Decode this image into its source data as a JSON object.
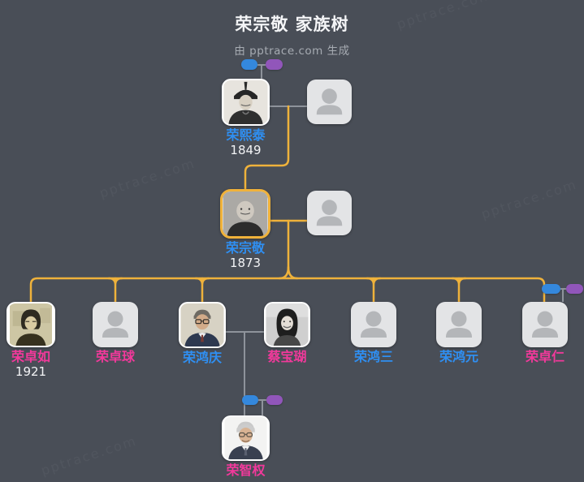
{
  "page": {
    "title": "荣宗敬 家族树",
    "subtitle": "由 pptrace.com 生成",
    "watermark": "pptrace.com"
  },
  "colors": {
    "background": "#494e57",
    "lineage_line": "#efb23b",
    "marriage_line": "#8e939b",
    "father_pill": "#3488dd",
    "mother_pill": "#9156ba",
    "male_name": "#2f8ff2",
    "female_name": "#f2399b",
    "year_text": "#f2f3f5",
    "focus_border": "#f0b23a"
  },
  "persons": {
    "rong_xitai": {
      "name": "荣熙泰",
      "year": "1849",
      "name_color": "#2f8ff2",
      "portrait": "qing-official-bw-photo"
    },
    "rong_zongjing": {
      "name": "荣宗敬",
      "year": "1873",
      "name_color": "#2f8ff2",
      "portrait": "bald-man-bw-photo"
    },
    "rong_zhuoru": {
      "name": "荣卓如",
      "year": "1921",
      "name_color": "#f2399b",
      "portrait": "woman-sepia-photo"
    },
    "rong_zhuoqiu": {
      "name": "荣卓球",
      "name_color": "#f2399b"
    },
    "rong_hongqing": {
      "name": "荣鸿庆",
      "name_color": "#2f8ff2",
      "portrait": "man-glasses-suit-photo"
    },
    "cai_baohu": {
      "name": "蔡宝瑚",
      "name_color": "#f2399b",
      "portrait": "young-woman-bw-photo"
    },
    "rong_hongsan": {
      "name": "荣鸿三",
      "name_color": "#2f8ff2"
    },
    "rong_hongyuan": {
      "name": "荣鸿元",
      "name_color": "#2f8ff2"
    },
    "rong_zhuoren": {
      "name": "荣卓仁",
      "name_color": "#f2399b"
    },
    "rong_zhiquan": {
      "name": "荣智权",
      "name_color": "#f2399b",
      "portrait": "gray-hair-man-suit-photo"
    }
  }
}
